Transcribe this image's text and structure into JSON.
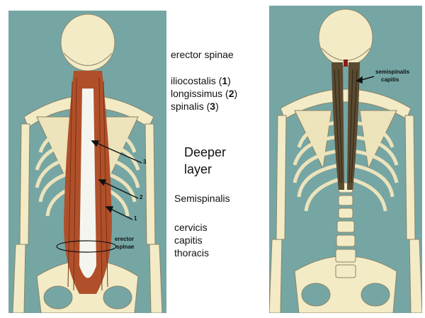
{
  "left_panel": {
    "label_erector": [
      "erector",
      "spinae"
    ],
    "arrow_numbers": [
      "3",
      "2",
      "1"
    ]
  },
  "right_panel": {
    "label_semispinalis": [
      "semispinalis",
      "capitis"
    ]
  },
  "text": {
    "heading": "erector spinae",
    "muscles": [
      {
        "name": "iliocostalis",
        "num": "1"
      },
      {
        "name": "longissimus",
        "num": "2"
      },
      {
        "name": "spinalis",
        "num": "3"
      }
    ],
    "deeper_line1": "Deeper",
    "deeper_line2": "layer",
    "semispinalis": "Semispinalis",
    "parts": [
      "cervicis",
      "capitis",
      "thoracis"
    ]
  },
  "colors": {
    "background_teal": "#75a6a4",
    "bone": "#f2ebc6",
    "muscle_red": "#b0502a",
    "muscle_dark": "#5a4a30"
  }
}
